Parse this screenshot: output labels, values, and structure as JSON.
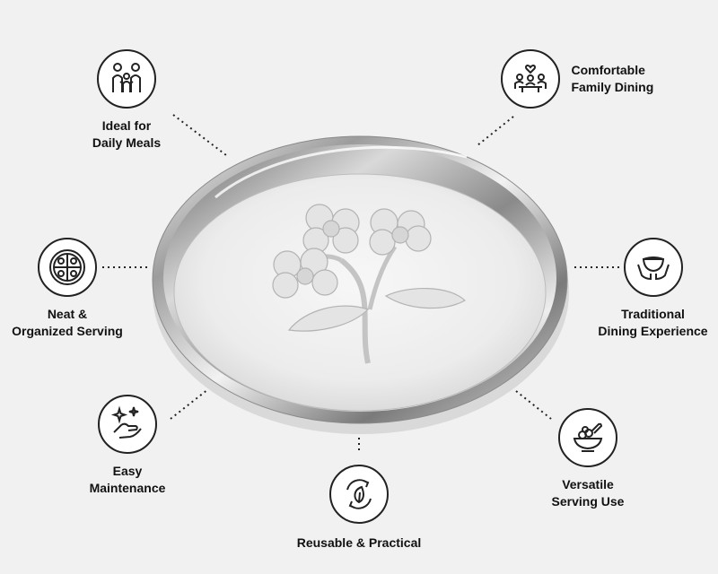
{
  "features": {
    "daily_meals": {
      "icon": "family-icon",
      "line1": "Ideal for",
      "line2": "Daily Meals"
    },
    "family_dining": {
      "icon": "family-dining-icon",
      "line1": "Comfortable",
      "line2": "Family Dining"
    },
    "organized": {
      "icon": "compartment-plate-icon",
      "line1": "Neat &",
      "line2": "Organized Serving"
    },
    "traditional": {
      "icon": "bowl-in-hands-icon",
      "line1": "Traditional",
      "line2": "Dining Experience"
    },
    "maintenance": {
      "icon": "sparkle-hand-icon",
      "line1": "Easy",
      "line2": "Maintenance"
    },
    "reusable": {
      "icon": "recycle-leaf-icon",
      "line1": "Reusable & Practical",
      "line2": ""
    },
    "versatile": {
      "icon": "mortar-bowl-icon",
      "line1": "Versatile",
      "line2": "Serving Use"
    }
  },
  "colors": {
    "background": "#f1f1f1",
    "icon_stroke": "#222222",
    "steel_light": "#f4f4f4",
    "steel_dark": "#6e6e6e"
  }
}
